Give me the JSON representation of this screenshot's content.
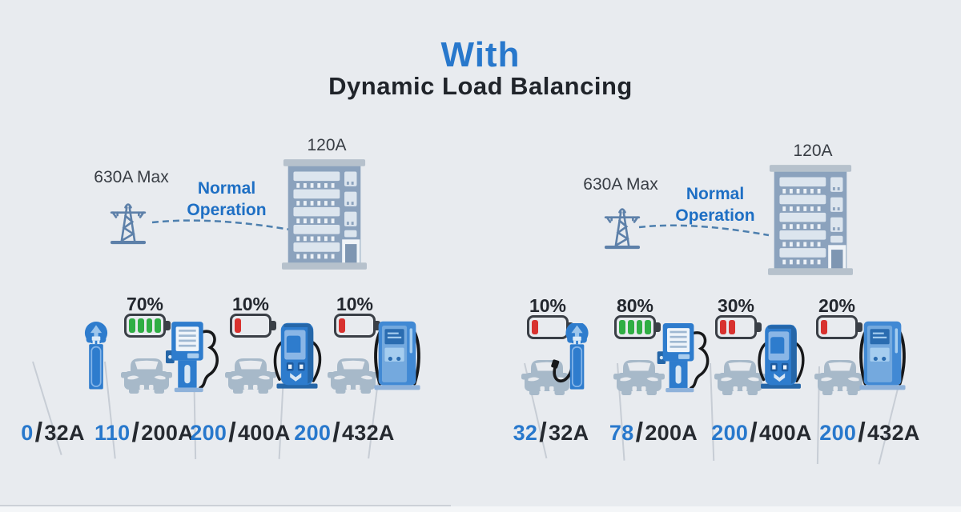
{
  "title": {
    "emphasis": "With",
    "main": "Dynamic Load Balancing"
  },
  "colors": {
    "accent_blue": "#2878cc",
    "dark_text": "#20242a",
    "battery_green": "#2fae44",
    "battery_red": "#d8322f",
    "icon_blue": "#2e7ccd",
    "muted_blue_gray": "#8ba2bd",
    "background": "#e8ebef"
  },
  "panels": [
    {
      "id": "left",
      "grid": {
        "label": "630A Max",
        "icon": "transmission-tower-icon"
      },
      "operation": {
        "label": "Normal Operation"
      },
      "building": {
        "label": "120A",
        "icon": "building-icon"
      },
      "bays": [
        {
          "charger": "bollard-charger-icon",
          "amps": {
            "used": "0",
            "separator": "/",
            "capacity": "32A"
          }
        },
        {
          "battery": {
            "percent": "70%",
            "level": 4,
            "color": "green"
          },
          "car": "car-icon",
          "charger": "ac-station-charger-icon",
          "amps": {
            "used": "110",
            "separator": "/",
            "capacity": "200A"
          }
        },
        {
          "battery": {
            "percent": "10%",
            "level": 1,
            "color": "red"
          },
          "car": "car-icon",
          "charger": "dc-fast-charger-icon",
          "amps": {
            "used": "200",
            "separator": "/",
            "capacity": "400A"
          }
        },
        {
          "battery": {
            "percent": "10%",
            "level": 1,
            "color": "red"
          },
          "car": "car-icon",
          "charger": "dc-cabinet-charger-icon",
          "amps": {
            "used": "200",
            "separator": "/",
            "capacity": "432A"
          }
        }
      ]
    },
    {
      "id": "right",
      "grid": {
        "label": "630A Max",
        "icon": "transmission-tower-icon"
      },
      "operation": {
        "label": "Normal Operation"
      },
      "building": {
        "label": "120A",
        "icon": "building-icon"
      },
      "bays": [
        {
          "battery": {
            "percent": "10%",
            "level": 1,
            "color": "red"
          },
          "car": "car-icon",
          "charger": "bollard-charger-connected-icon",
          "amps": {
            "used": "32",
            "separator": "/",
            "capacity": "32A"
          }
        },
        {
          "battery": {
            "percent": "80%",
            "level": 4,
            "color": "green"
          },
          "car": "car-icon",
          "charger": "ac-station-charger-icon",
          "amps": {
            "used": "78",
            "separator": "/",
            "capacity": "200A"
          }
        },
        {
          "battery": {
            "percent": "30%",
            "level": 2,
            "color": "red"
          },
          "car": "car-icon",
          "charger": "dc-fast-charger-icon",
          "amps": {
            "used": "200",
            "separator": "/",
            "capacity": "400A"
          }
        },
        {
          "battery": {
            "percent": "20%",
            "level": 1,
            "color": "red"
          },
          "car": "car-icon",
          "charger": "dc-cabinet-charger-icon",
          "amps": {
            "used": "200",
            "separator": "/",
            "capacity": "432A"
          }
        }
      ]
    }
  ]
}
